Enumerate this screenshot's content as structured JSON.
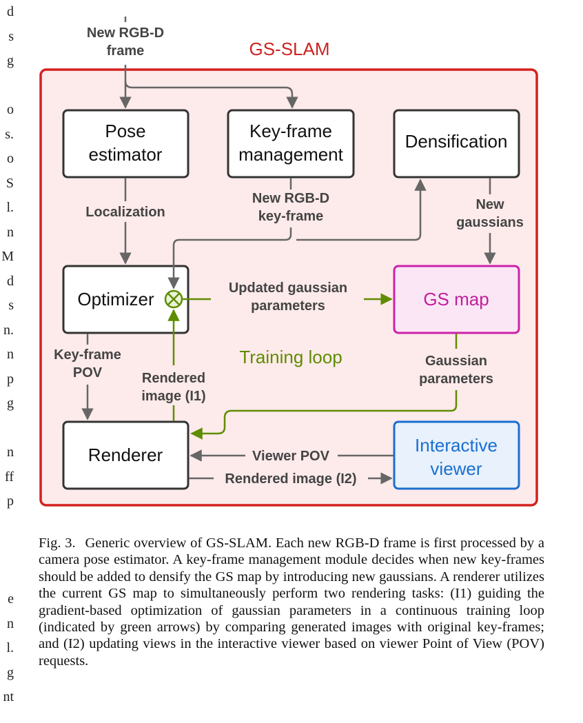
{
  "left_column_fragments": [
    "d",
    "s",
    "g",
    "",
    "o",
    "s.",
    "o",
    "S",
    "l.",
    "n",
    "M",
    "d",
    "s",
    "n.",
    "n",
    "p",
    "g",
    "",
    "n",
    "ff",
    "p",
    "",
    "",
    "",
    "e",
    "n",
    "l.",
    "g",
    "nt"
  ],
  "diagram": {
    "title": "GS-SLAM",
    "input_label": [
      "New RGB-D",
      "frame"
    ],
    "boxes": {
      "pose_estimator": [
        "Pose",
        "estimator"
      ],
      "keyframe_management": [
        "Key-frame",
        "management"
      ],
      "densification": [
        "Densification"
      ],
      "optimizer": [
        "Optimizer"
      ],
      "gs_map": [
        "GS map"
      ],
      "renderer": [
        "Renderer"
      ],
      "interactive_viewer": [
        "Interactive",
        "viewer"
      ]
    },
    "edge_labels": {
      "localization": [
        "Localization"
      ],
      "new_keyframe": [
        "New RGB-D",
        "key-frame"
      ],
      "new_gaussians": [
        "New",
        "gaussians"
      ],
      "updated_params": [
        "Updated gaussian",
        "parameters"
      ],
      "keyframe_pov": [
        "Key-frame",
        "POV"
      ],
      "rendered_image_i1": [
        "Rendered",
        "image (I1)"
      ],
      "gaussian_params": [
        "Gaussian",
        "parameters"
      ],
      "viewer_pov": [
        "Viewer POV"
      ],
      "rendered_image_i2": [
        "Rendered image (I2)"
      ],
      "training_loop": [
        "Training loop"
      ]
    },
    "colors": {
      "frame_border": "#d42020",
      "frame_fill": "#fdeaea",
      "title": "#cc2222",
      "green": "#5f8c00",
      "gs_map_border": "#cc22aa",
      "gs_map_fill": "#fbe6f6",
      "gs_map_text": "#c0209a",
      "viewer_border": "#1a6fd0",
      "viewer_fill": "#e8f1fc",
      "viewer_text": "#1a6fd0",
      "gray_arrow": "#666666"
    }
  },
  "caption": {
    "figure_label": "Fig. 3.",
    "text": "Generic overview of GS-SLAM. Each new RGB-D frame is first processed by a camera pose estimator. A key-frame management module decides when new key-frames should be added to densify the GS map by introducing new gaussians. A renderer utilizes the current GS map to simultaneously perform two rendering tasks: (I1) guiding the gradient-based optimization of gaussian parameters in a continuous training loop (indicated by green arrows) by comparing generated images with original key-frames; and (I2) updating views in the interactive viewer based on viewer Point of View (POV) requests."
  }
}
